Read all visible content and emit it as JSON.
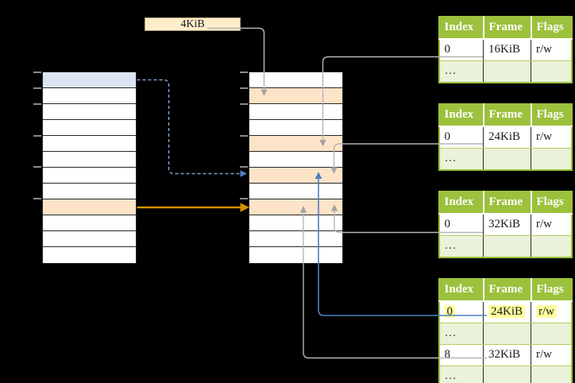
{
  "diagram": {
    "page_size_label": "4KiB",
    "left_array": {
      "cell_count": 12,
      "blue_cell_index": 0,
      "orange_cell_index": 8,
      "tick_boundaries": [
        0,
        1,
        2,
        4,
        6,
        8
      ]
    },
    "middle_array": {
      "cell_count": 12,
      "orange_cell_indices": [
        1,
        4,
        6,
        8
      ],
      "tick_boundaries": [
        0,
        1,
        2,
        4,
        6,
        8
      ]
    },
    "tables": [
      {
        "id": "page-table-16kib",
        "headers": [
          "Index",
          "Frame",
          "Flags"
        ],
        "rows": [
          {
            "cells": [
              "0",
              "16KiB",
              "r/w"
            ],
            "shaded": false,
            "highlight": false
          },
          {
            "cells": [
              "…",
              "",
              ""
            ],
            "shaded": true,
            "highlight": false
          }
        ]
      },
      {
        "id": "page-table-24kib",
        "headers": [
          "Index",
          "Frame",
          "Flags"
        ],
        "rows": [
          {
            "cells": [
              "0",
              "24KiB",
              "r/w"
            ],
            "shaded": false,
            "highlight": false
          },
          {
            "cells": [
              "…",
              "",
              ""
            ],
            "shaded": true,
            "highlight": false
          }
        ]
      },
      {
        "id": "page-table-32kib",
        "headers": [
          "Index",
          "Frame",
          "Flags"
        ],
        "rows": [
          {
            "cells": [
              "0",
              "32KiB",
              "r/w"
            ],
            "shaded": false,
            "highlight": false
          },
          {
            "cells": [
              "…",
              "",
              ""
            ],
            "shaded": true,
            "highlight": false
          }
        ]
      },
      {
        "id": "page-table-active",
        "headers": [
          "Index",
          "Frame",
          "Flags"
        ],
        "rows": [
          {
            "cells": [
              "0",
              "24KiB",
              "r/w"
            ],
            "shaded": false,
            "highlight": true
          },
          {
            "cells": [
              "…",
              "",
              ""
            ],
            "shaded": true,
            "highlight": false
          },
          {
            "cells": [
              "8",
              "32KiB",
              "r/w"
            ],
            "shaded": false,
            "highlight": false
          },
          {
            "cells": [
              "…",
              "",
              ""
            ],
            "shaded": true,
            "highlight": false
          }
        ]
      }
    ]
  },
  "colors": {
    "bg_black": "#000000",
    "header_green": "#9cc13c",
    "row_green": "#eaf2d9",
    "cell_blue": "#dbe5f1",
    "cell_orange": "#fde3c8",
    "label_cream": "#fdeec9",
    "highlight_yellow": "#ffff9e",
    "arrow_gray": "#b5b5b5",
    "arrowhead_gray": "#a3a3a3",
    "arrow_blue": "#4f81bd",
    "arrow_dashed_blue": "#7ba3d4",
    "arrow_orange": "#d29200"
  }
}
